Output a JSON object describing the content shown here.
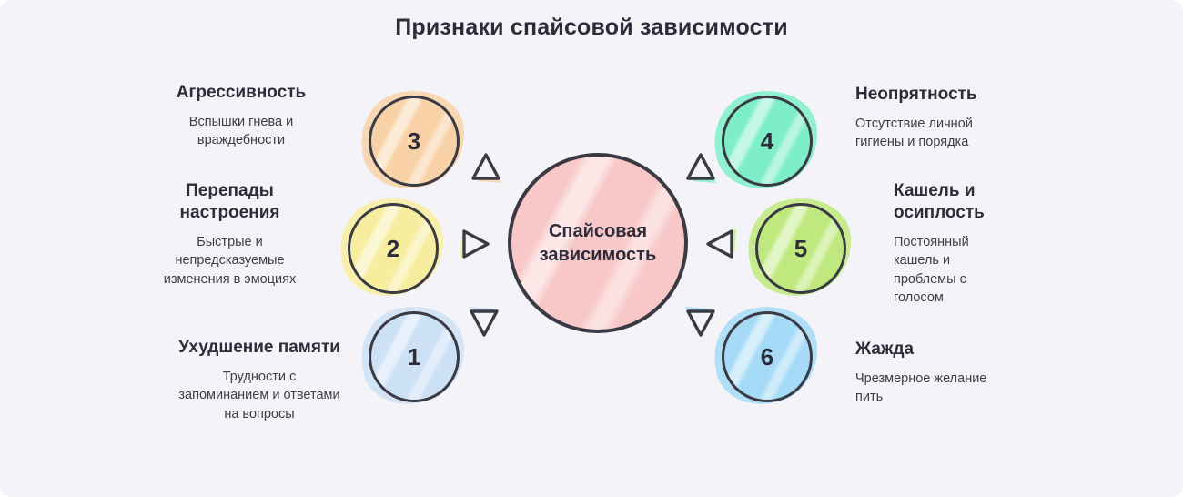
{
  "title": "Признаки спайсовой зависимости",
  "center": {
    "label": "Спайсовая зависимость",
    "color": "#f8c8c8"
  },
  "items": [
    {
      "number": "3",
      "heading": "Агрессивность",
      "description": "Вспышки гнева и враждебности",
      "color": "#f8d2a6"
    },
    {
      "number": "2",
      "heading": "Перепады настроения",
      "description": "Быстрые и непредсказуемые изменения в эмоциях",
      "color": "#f7ed9e"
    },
    {
      "number": "1",
      "heading": "Ухудшение памяти",
      "description": "Трудности с запоминанием и ответами на вопросы",
      "color": "#cde1f6"
    },
    {
      "number": "4",
      "heading": "Неопрятность",
      "description": "Отсутствие личной гигиены и порядка",
      "color": "#7eeec9"
    },
    {
      "number": "5",
      "heading": "Кашель и осиплость",
      "description": "Постоянный кашель и проблемы с голосом",
      "color": "#bfe97e"
    },
    {
      "number": "6",
      "heading": "Жажда",
      "description": "Чрезмерное желание пить",
      "color": "#a5dbf7"
    }
  ],
  "colors": {
    "background": "#f4f4f8",
    "outline": "#3a3a44",
    "heading_text": "#2c2c3a",
    "body_text": "#3d3d47"
  }
}
